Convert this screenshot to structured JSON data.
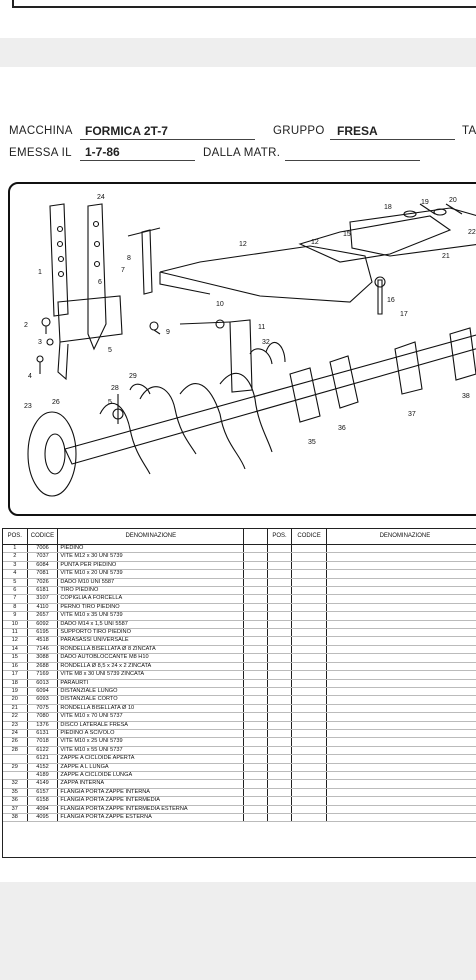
{
  "header": {
    "macchina_label": "MACCHINA",
    "macchina_value": "FORMICA 2T-7",
    "gruppo_label": "GRUPPO",
    "gruppo_value": "FRESA",
    "ta_label": "TA",
    "emessa_label": "EMESSA IL",
    "emessa_value": "1-7-86",
    "matr_label": "DALLA MATR."
  },
  "drawing": {
    "callouts": [
      "24",
      "19",
      "20",
      "8",
      "12",
      "12",
      "15",
      "18",
      "7",
      "1",
      "6",
      "22",
      "21",
      "10",
      "11",
      "16",
      "17",
      "2",
      "3",
      "5",
      "9",
      "32",
      "4",
      "28",
      "29",
      "5",
      "23",
      "26",
      "35",
      "36",
      "37",
      "38"
    ]
  },
  "table": {
    "headers": {
      "pos": "POS.",
      "codice": "CODICE",
      "denominazione": "DENOMINAZIONE",
      "pos2": "POS.",
      "codice2": "CODICE",
      "denominazione2": "DENOMINAZIONE"
    },
    "rows": [
      {
        "pos": "1",
        "codice": "7006",
        "den": "PIEDINO"
      },
      {
        "pos": "2",
        "codice": "7037",
        "den": "VITE M12 x 30 UNI 5739"
      },
      {
        "pos": "3",
        "codice": "6084",
        "den": "PUNTA PER PIEDINO"
      },
      {
        "pos": "4",
        "codice": "7081",
        "den": "VITE M10 x 20 UNI 5739"
      },
      {
        "pos": "5",
        "codice": "7026",
        "den": "DADO M10 UNI 5587"
      },
      {
        "pos": "6",
        "codice": "6181",
        "den": "TIRO PIEDINO"
      },
      {
        "pos": "7",
        "codice": "3107",
        "den": "COPIGLIA A FORCELLA"
      },
      {
        "pos": "8",
        "codice": "4110",
        "den": "PERNO TIRO PIEDINO"
      },
      {
        "pos": "9",
        "codice": "2657",
        "den": "VITE M10 x 35 UNI 5739"
      },
      {
        "pos": "10",
        "codice": "6092",
        "den": "DADO M14 x 1,5 UNI 5587"
      },
      {
        "pos": "11",
        "codice": "6195",
        "den": "SUPPORTO TIRO PIEDINO"
      },
      {
        "pos": "12",
        "codice": "4518",
        "den": "PARASASSI UNIVERSALE"
      },
      {
        "pos": "14",
        "codice": "7146",
        "den": "RONDELLA BISELLATA Ø 8 ZINCATA"
      },
      {
        "pos": "15",
        "codice": "3088",
        "den": "DADO AUTOBLOCCANTE M8 H10"
      },
      {
        "pos": "16",
        "codice": "2688",
        "den": "RONDELLA Ø 8,5 x 24 x 2 ZINCATA"
      },
      {
        "pos": "17",
        "codice": "7169",
        "den": "VITE M8 x 30 UNI 5739 ZINCATA"
      },
      {
        "pos": "18",
        "codice": "6013",
        "den": "PARAURTI"
      },
      {
        "pos": "19",
        "codice": "6094",
        "den": "DISTANZIALE LUNGO"
      },
      {
        "pos": "20",
        "codice": "6093",
        "den": "DISTANZIALE CORTO"
      },
      {
        "pos": "21",
        "codice": "7075",
        "den": "RONDELLA BISELLATA Ø 10"
      },
      {
        "pos": "22",
        "codice": "7080",
        "den": "VITE M10 x 70 UNI 5737"
      },
      {
        "pos": "23",
        "codice": "1376",
        "den": "DISCO LATERALE FRESA"
      },
      {
        "pos": "24",
        "codice": "6131",
        "den": "PIEDINO A SCIVOLO"
      },
      {
        "pos": "26",
        "codice": "7018",
        "den": "VITE M10 x 25 UNI 5739"
      },
      {
        "pos": "28",
        "codice": "6122",
        "den": "VITE M10 x 55 UNI 5737"
      },
      {
        "pos": "",
        "codice": "6121",
        "den": "ZAPPE A CICLOIDE APERTA"
      },
      {
        "pos": "29",
        "codice": "4152",
        "den": "ZAPPE A L LUNGA"
      },
      {
        "pos": "",
        "codice": "4189",
        "den": "ZAPPE A CICLOIDE LUNGA"
      },
      {
        "pos": "32",
        "codice": "4149",
        "den": "ZAPPA INTERNA"
      },
      {
        "pos": "35",
        "codice": "6157",
        "den": "FLANGIA PORTA ZAPPE INTERNA"
      },
      {
        "pos": "36",
        "codice": "6158",
        "den": "FLANGIA PORTA ZAPPE INTERMEDIA"
      },
      {
        "pos": "37",
        "codice": "4094",
        "den": "FLANGIA PORTA ZAPPE INTERMEDIA ESTERNA"
      },
      {
        "pos": "38",
        "codice": "4095",
        "den": "FLANGIA PORTA ZAPPE ESTERNA"
      }
    ]
  }
}
